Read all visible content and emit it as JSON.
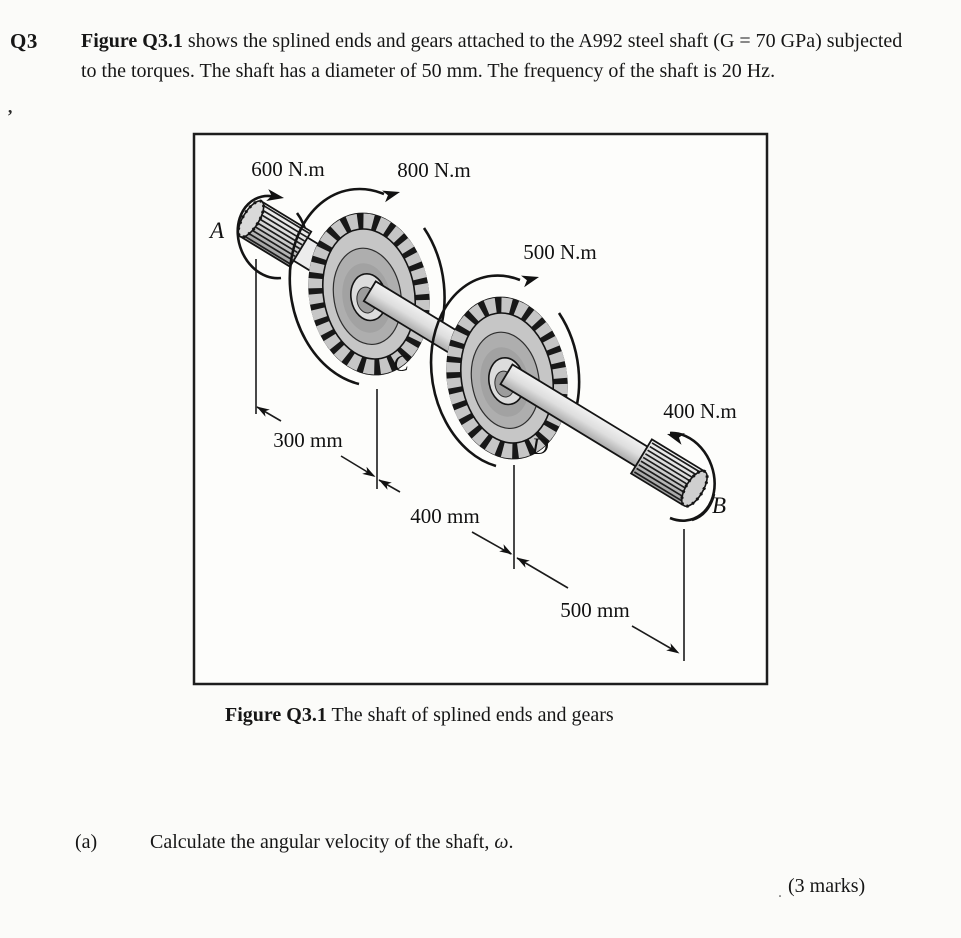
{
  "page": {
    "q_label": "Q3",
    "intro_lead": "Figure Q3.1",
    "intro_body": " shows the splined ends and gears attached to the A992 steel shaft (G = 70 GPa) subjected to the torques. The shaft has a diameter of 50 mm. The frequency of the shaft is 20 Hz.",
    "stray_mark": "’",
    "faint_dot": "."
  },
  "figure": {
    "torques": {
      "at_a": "600 N.m",
      "at_c": "800 N.m",
      "at_d": "500 N.m",
      "at_b": "400 N.m"
    },
    "dimensions": {
      "a_to_c": "300 mm",
      "c_to_d": "400 mm",
      "d_to_b": "500 mm"
    },
    "points": {
      "a": "A",
      "b": "B",
      "c": "C",
      "d": "D"
    }
  },
  "caption": {
    "lead": "Figure Q3.1",
    "rest": " The shaft of splined ends and gears"
  },
  "question": {
    "part_label": "(a)",
    "text_before": "Calculate the angular velocity of the shaft, ",
    "symbol": "ω",
    "text_after": ".",
    "marks": "(3 marks)"
  },
  "colors": {
    "ink": "#1a1a1a",
    "paper": "#fbfbf9"
  }
}
